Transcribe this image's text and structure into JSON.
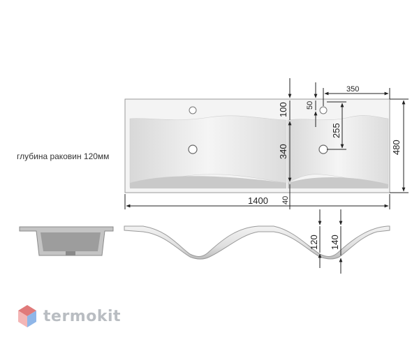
{
  "note": "глубина раковин 120мм",
  "dimensions": {
    "overall_width": "1400",
    "depth": "480",
    "back_to_tap": "100",
    "tap_hole_offset": "50",
    "tap_hole_spacing": "350",
    "drain_offset": "255",
    "bowl_depth_top": "340",
    "front_edge": "40",
    "bowl_depth": "120",
    "bowl_depth_total": "140"
  },
  "brand": {
    "name": "termokit",
    "colors": {
      "logo_top": "#e07a7a",
      "logo_left": "#f3b6b6",
      "logo_right": "#8fb6e8",
      "text": "#b9bdc2"
    }
  }
}
